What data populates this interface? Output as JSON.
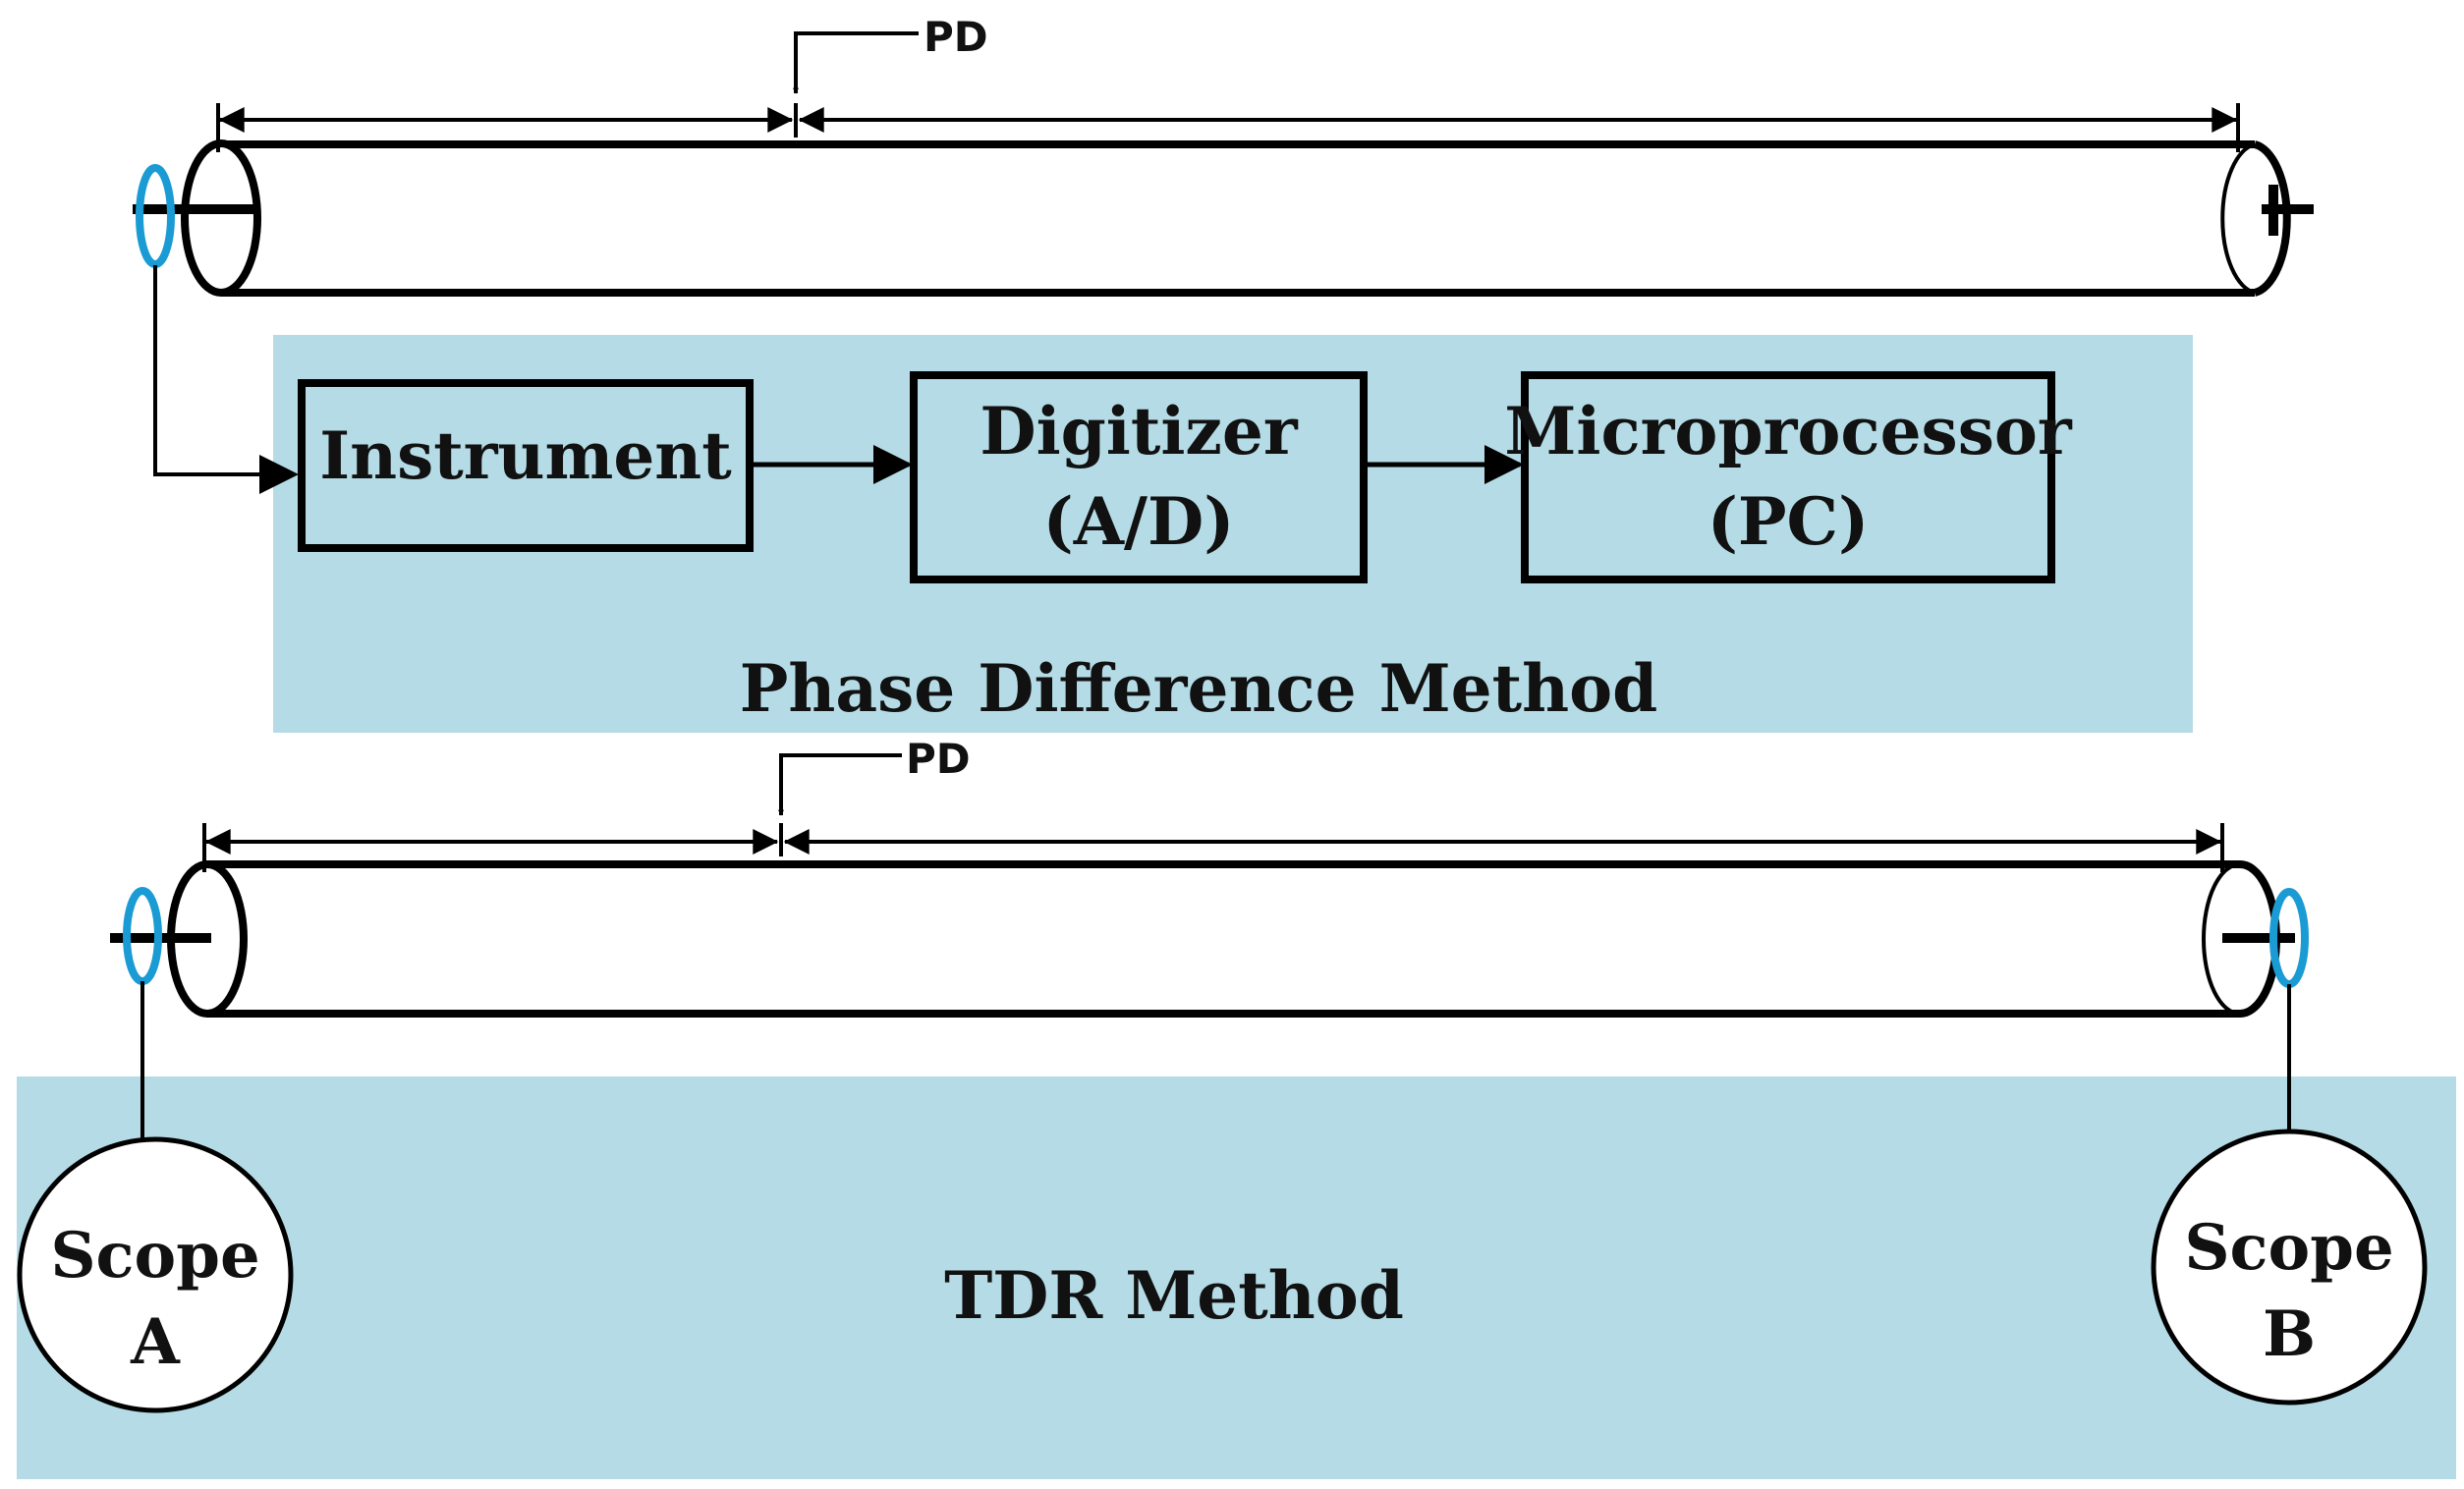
{
  "colors": {
    "panel_fill": "#b5dce6",
    "sensor": "#1b9bd4",
    "ink": "#000000",
    "box_fill": "#b5dce6"
  },
  "phase_section": {
    "pd_label": "PD",
    "blocks": [
      {
        "line1": "Instrument",
        "line2": ""
      },
      {
        "line1": "Digitizer",
        "line2": "(A/D)"
      },
      {
        "line1": "Microprocessor",
        "line2": "(PC)"
      }
    ],
    "method_label": "Phase Difference Method"
  },
  "tdr_section": {
    "pd_label": "PD",
    "scope_a": {
      "line1": "Scope",
      "line2": "A"
    },
    "scope_b": {
      "line1": "Scope",
      "line2": "B"
    },
    "method_label": "TDR Method"
  }
}
